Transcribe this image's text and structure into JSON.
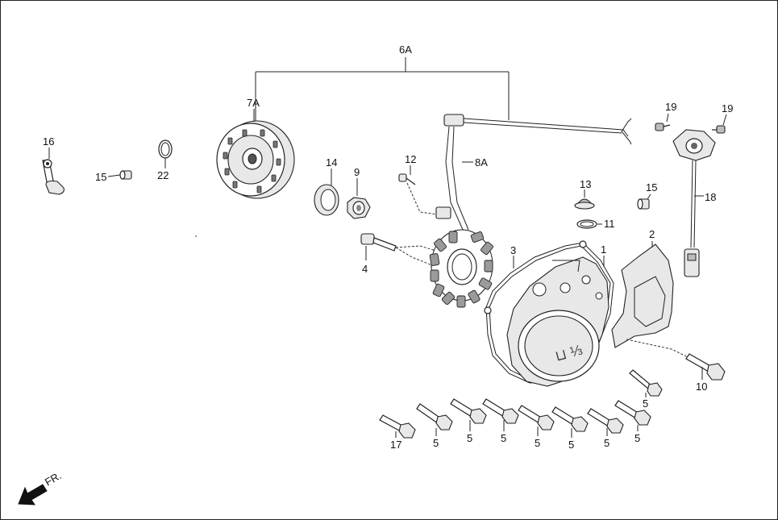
{
  "diagram": {
    "labels": {
      "l6A": "6A",
      "l7A": "7A",
      "l8A": "8A",
      "l16": "16",
      "l15a": "15",
      "l22": "22",
      "l14": "14",
      "l9": "9",
      "l12": "12",
      "l4": "4",
      "l13": "13",
      "l11": "11",
      "l15b": "15",
      "l3": "3",
      "l1": "1",
      "l2": "2",
      "l19a": "19",
      "l19b": "19",
      "l18": "18",
      "l10": "10",
      "l5a": "5",
      "l5b": "5",
      "l5c": "5",
      "l5d": "5",
      "l5e": "5",
      "l5f": "5",
      "l5g": "5",
      "l5h": "5",
      "l17": "17"
    },
    "front_indicator": "FR."
  }
}
